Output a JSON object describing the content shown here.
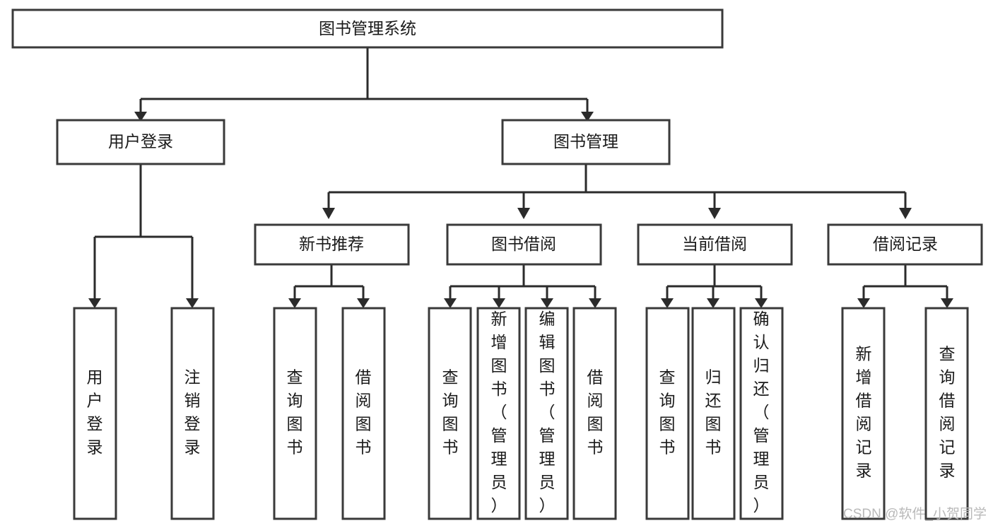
{
  "diagram": {
    "type": "tree",
    "title": "图书管理系统",
    "orientation": "top-down",
    "background_color": "#ffffff",
    "box_border_color": "#3a3a3a",
    "connector_color": "#2b2b2b",
    "text_color": "#1a1a1a",
    "nodes": {
      "root": {
        "label": "图书管理系统",
        "level": 1,
        "text_orientation": "horizontal"
      },
      "user_login": {
        "label": "用户登录",
        "level": 2,
        "text_orientation": "horizontal"
      },
      "book_manage": {
        "label": "图书管理",
        "level": 2,
        "text_orientation": "horizontal"
      },
      "new_book_rec": {
        "label": "新书推荐",
        "level": 3,
        "text_orientation": "horizontal"
      },
      "book_borrow": {
        "label": "图书借阅",
        "level": 3,
        "text_orientation": "horizontal"
      },
      "current_borrow": {
        "label": "当前借阅",
        "level": 3,
        "text_orientation": "horizontal"
      },
      "borrow_record": {
        "label": "借阅记录",
        "level": 3,
        "text_orientation": "horizontal"
      },
      "leaf_user_login": {
        "label": "用户登录",
        "level": 4,
        "text_orientation": "vertical"
      },
      "leaf_logout": {
        "label": "注销登录",
        "level": 4,
        "text_orientation": "vertical"
      },
      "leaf_query_book_1": {
        "label": "查询图书",
        "level": 4,
        "text_orientation": "vertical"
      },
      "leaf_borrow_book_1": {
        "label": "借阅图书",
        "level": 4,
        "text_orientation": "vertical"
      },
      "leaf_query_book_2": {
        "label": "查询图书",
        "level": 4,
        "text_orientation": "vertical"
      },
      "leaf_add_book": {
        "label": "新增图书（管理员）",
        "level": 4,
        "text_orientation": "vertical"
      },
      "leaf_edit_book": {
        "label": "编辑图书（管理员）",
        "level": 4,
        "text_orientation": "vertical"
      },
      "leaf_borrow_book_2": {
        "label": "借阅图书",
        "level": 4,
        "text_orientation": "vertical"
      },
      "leaf_query_book_3": {
        "label": "查询图书",
        "level": 4,
        "text_orientation": "vertical"
      },
      "leaf_return_book": {
        "label": "归还图书",
        "level": 4,
        "text_orientation": "vertical"
      },
      "leaf_confirm_return": {
        "label": "确认归还（管理员）",
        "level": 4,
        "text_orientation": "vertical"
      },
      "leaf_add_record": {
        "label": "新增借阅记录",
        "level": 4,
        "text_orientation": "vertical"
      },
      "leaf_query_record": {
        "label": "查询借阅记录",
        "level": 4,
        "text_orientation": "vertical"
      }
    },
    "edges": [
      {
        "from": "root",
        "to": "user_login"
      },
      {
        "from": "root",
        "to": "book_manage"
      },
      {
        "from": "user_login",
        "to": "leaf_user_login"
      },
      {
        "from": "user_login",
        "to": "leaf_logout"
      },
      {
        "from": "book_manage",
        "to": "new_book_rec"
      },
      {
        "from": "book_manage",
        "to": "book_borrow"
      },
      {
        "from": "book_manage",
        "to": "current_borrow"
      },
      {
        "from": "book_manage",
        "to": "borrow_record"
      },
      {
        "from": "new_book_rec",
        "to": "leaf_query_book_1"
      },
      {
        "from": "new_book_rec",
        "to": "leaf_borrow_book_1"
      },
      {
        "from": "book_borrow",
        "to": "leaf_query_book_2"
      },
      {
        "from": "book_borrow",
        "to": "leaf_add_book"
      },
      {
        "from": "book_borrow",
        "to": "leaf_edit_book"
      },
      {
        "from": "book_borrow",
        "to": "leaf_borrow_book_2"
      },
      {
        "from": "current_borrow",
        "to": "leaf_query_book_3"
      },
      {
        "from": "current_borrow",
        "to": "leaf_return_book"
      },
      {
        "from": "current_borrow",
        "to": "leaf_confirm_return"
      },
      {
        "from": "borrow_record",
        "to": "leaf_add_record"
      },
      {
        "from": "borrow_record",
        "to": "leaf_query_record"
      }
    ]
  },
  "watermark": {
    "text": "CSDN @软件_小贺同学",
    "color": "#b9b9b9"
  }
}
